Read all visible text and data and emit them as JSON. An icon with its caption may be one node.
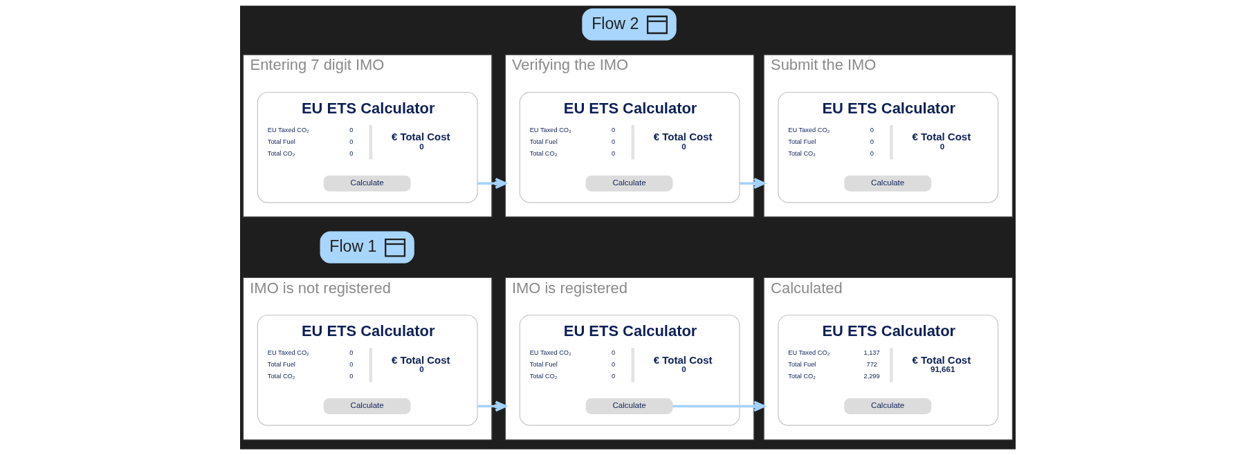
{
  "diagram": {
    "nodes": [
      {
        "text": [
          "IMO is not registered"
        ]
      },
      {
        "text": [
          "EU ETS Calculator",
          "EU Taxed CO₂",
          "0",
          "Total Fuel",
          "0",
          "Total CO₂",
          "0",
          "€ Total Cost",
          "0"
        ],
        "in": 0
      },
      {
        "text": [
          "Calculate"
        ],
        "in": 1
      },
      {
        "text": [
          "Flow 1"
        ]
      },
      {
        "text": [
          "Entering 7 digit IMO"
        ]
      },
      {
        "text": [
          "EU ETS Calculator",
          "EU Taxed CO₂",
          "0",
          "Total Fuel",
          "0",
          "Total CO₂",
          "0",
          "€ Total Cost",
          "0"
        ],
        "in": 4
      },
      {
        "text": [
          "Calculate"
        ],
        "in": 5
      },
      {
        "text": [
          "Verifying the IMO"
        ]
      },
      {
        "text": [
          "EU ETS Calculator",
          "EU Taxed CO₂",
          "0",
          "Total Fuel",
          "0",
          "Total CO₂",
          "0",
          "€ Total Cost",
          "0"
        ],
        "in": 7
      },
      {
        "text": [
          "Calculate"
        ],
        "in": 8
      },
      {
        "text": [
          "Submit the IMO"
        ]
      },
      {
        "text": [
          "EU ETS Calculator",
          "EU Taxed CO₂",
          "0",
          "Total Fuel",
          "0",
          "Total CO₂",
          "0",
          "€ Total Cost",
          "0"
        ],
        "in": 10
      },
      {
        "text": [
          "Calculate"
        ],
        "in": 11
      },
      {
        "text": [
          "Flow 2"
        ]
      },
      {
        "text": [
          "IMO is registered"
        ]
      },
      {
        "text": [
          "EU ETS Calculator",
          "EU Taxed CO₂",
          "0",
          "Total Fuel",
          "0",
          "Total CO₂",
          "0",
          "€ Total Cost",
          "0"
        ],
        "in": 14
      },
      {
        "text": [
          "Calculate"
        ],
        "in": 15
      },
      {
        "text": [
          "Calculated"
        ]
      },
      {
        "text": [
          "EU ETS Calculator",
          "EU Taxed CO₂",
          "1,137",
          "Total Fuel",
          "772",
          "Total CO₂",
          "2,299",
          "€ Total Cost",
          "91,661"
        ],
        "in": 17
      },
      {
        "text": [
          "Calculate"
        ],
        "in": 18
      }
    ],
    "edges": [
      {
        "from": 5,
        "to": 7,
        "arrow": "to"
      },
      {
        "from": 8,
        "to": 10,
        "arrow": "to"
      },
      {
        "from": 1,
        "to": 14,
        "arrow": "to"
      },
      {
        "from": 16,
        "to": 17,
        "arrow": "to"
      }
    ]
  }
}
